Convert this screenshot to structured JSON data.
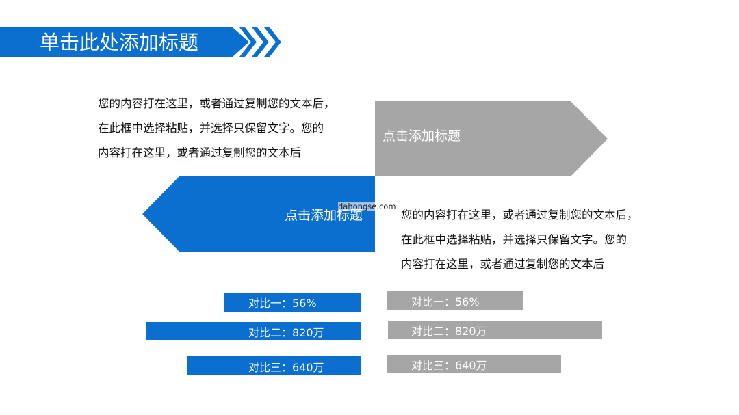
{
  "header": {
    "title": "单击此处添加标题"
  },
  "text_blocks": {
    "top_left": [
      "您的内容打在这里，或者通过复制您的文本后，",
      "在此框中选择粘贴，并选择只保留文字。您的",
      "内容打在这里，或者通过复制您的文本后"
    ],
    "middle_right": [
      "您的内容打在这里，或者通过复制您的文本后，",
      "在此框中选择粘贴，并选择只保留文字。您的",
      "内容打在这里，或者通过复制您的文本后"
    ]
  },
  "arrows": {
    "gray_label": "点击添加标题",
    "blue_label": "点击添加标题"
  },
  "watermark": "dahongse.com",
  "comparison": {
    "left": [
      {
        "label": "对比一：56%"
      },
      {
        "label": "对比二：820万"
      },
      {
        "label": "对比三：640万"
      }
    ],
    "right": [
      {
        "label": "对比一：56%"
      },
      {
        "label": "对比二：820万"
      },
      {
        "label": "对比三：640万"
      }
    ]
  },
  "colors": {
    "primary_blue": "#0a6fce",
    "gray": "#a6a6a6",
    "text": "#111111"
  }
}
